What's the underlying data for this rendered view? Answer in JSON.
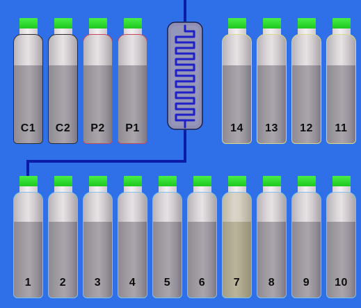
{
  "colors": {
    "background": "#2f6fe8",
    "cap": "#2ed02e",
    "tubing": "#0a1ca8",
    "border_gray": "#2a2a2e",
    "border_red": "#c9445a",
    "border_yellow": "#d9d98a",
    "border_blue": "#7cc2ec"
  },
  "icons": [
    "bottle-icon",
    "mixing-coil-icon"
  ],
  "top_left_bottles": [
    {
      "label": "C1",
      "border": "gray",
      "fill_level": 0.72
    },
    {
      "label": "C2",
      "border": "gray",
      "fill_level": 0.72
    },
    {
      "label": "P2",
      "border": "red",
      "fill_level": 0.72
    },
    {
      "label": "P1",
      "border": "red",
      "fill_level": 0.72
    }
  ],
  "top_right_bottles": [
    {
      "label": "14",
      "border": "yellow",
      "fill_level": 0.72
    },
    {
      "label": "13",
      "border": "yellow",
      "fill_level": 0.72
    },
    {
      "label": "12",
      "border": "yellow",
      "fill_level": 0.72
    },
    {
      "label": "11",
      "border": "yellow",
      "fill_level": 0.72
    }
  ],
  "bottom_bottles": [
    {
      "label": "1",
      "border": "blue",
      "fill_level": 0.72
    },
    {
      "label": "2",
      "border": "blue",
      "fill_level": 0.72
    },
    {
      "label": "3",
      "border": "blue",
      "fill_level": 0.72
    },
    {
      "label": "4",
      "border": "blue",
      "fill_level": 0.72
    },
    {
      "label": "5",
      "border": "blue",
      "fill_level": 0.72
    },
    {
      "label": "6",
      "border": "blue",
      "fill_level": 0.72
    },
    {
      "label": "7",
      "border": "blue",
      "fill_level": 0.72,
      "tint": "khaki"
    },
    {
      "label": "8",
      "border": "blue",
      "fill_level": 0.72
    },
    {
      "label": "9",
      "border": "blue",
      "fill_level": 0.72
    },
    {
      "label": "10",
      "border": "blue",
      "fill_level": 0.72
    }
  ]
}
